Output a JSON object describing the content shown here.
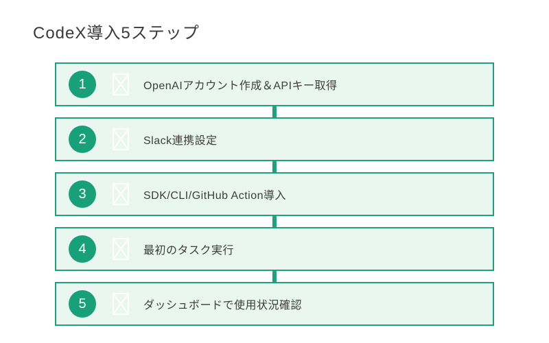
{
  "title": "CodeX導入5ステップ",
  "colors": {
    "accent_green": "#20a07c",
    "circle_green": "#18a078",
    "box_background": "#e9f7f0",
    "text_dark": "#3d3d3d",
    "tofu_white": "#fdfffc"
  },
  "steps": [
    {
      "number": "1",
      "icon": "missing-glyph-tofu-icon",
      "label": "OpenAIアカウント作成＆APIキー取得"
    },
    {
      "number": "2",
      "icon": "missing-glyph-tofu-icon",
      "label": "Slack連携設定"
    },
    {
      "number": "3",
      "icon": "missing-glyph-tofu-icon",
      "label": "SDK/CLI/GitHub Action導入"
    },
    {
      "number": "4",
      "icon": "missing-glyph-tofu-icon",
      "label": "最初のタスク実行"
    },
    {
      "number": "5",
      "icon": "missing-glyph-tofu-icon",
      "label": "ダッシュボードで使用状況確認"
    }
  ]
}
